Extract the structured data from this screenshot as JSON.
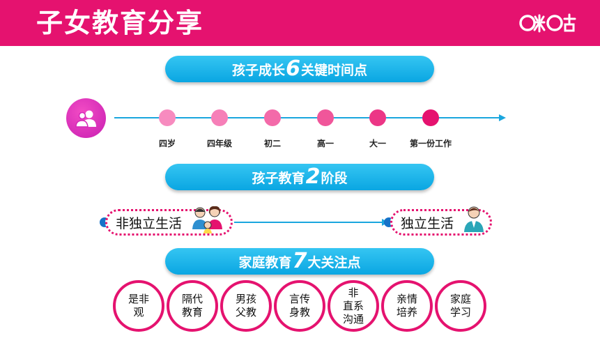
{
  "header": {
    "title": "子女教育分享",
    "logo_text": "咪咕",
    "bg_color": "#e5126f"
  },
  "section1": {
    "prefix": "孩子成长",
    "number": "6",
    "suffix": "关键时间点"
  },
  "timeline": {
    "icon": "people-icon",
    "points": [
      {
        "label": "四岁",
        "color": "#f78bbf"
      },
      {
        "label": "四年级",
        "color": "#f67fb8"
      },
      {
        "label": "初二",
        "color": "#f36aa9"
      },
      {
        "label": "高一",
        "color": "#f0569a"
      },
      {
        "label": "大一",
        "color": "#ec3686"
      },
      {
        "label": "第一份工作",
        "color": "#e5126f"
      }
    ]
  },
  "section2": {
    "prefix": "孩子教育",
    "number": "2",
    "suffix": "阶段"
  },
  "stages": {
    "left": "非独立生活",
    "right": "独立生活"
  },
  "section3": {
    "prefix": "家庭教育",
    "number": "7",
    "suffix": "大关注点"
  },
  "focus_points": [
    {
      "line1": "是非",
      "line2": "观",
      "line3": ""
    },
    {
      "line1": "隔代",
      "line2": "教育",
      "line3": ""
    },
    {
      "line1": "男孩",
      "line2": "父教",
      "line3": ""
    },
    {
      "line1": "言传",
      "line2": "身教",
      "line3": ""
    },
    {
      "line1": "非",
      "line2": "直系",
      "line3": "沟通"
    },
    {
      "line1": "亲情",
      "line2": "培养",
      "line3": ""
    },
    {
      "line1": "家庭",
      "line2": "学习",
      "line3": ""
    }
  ]
}
